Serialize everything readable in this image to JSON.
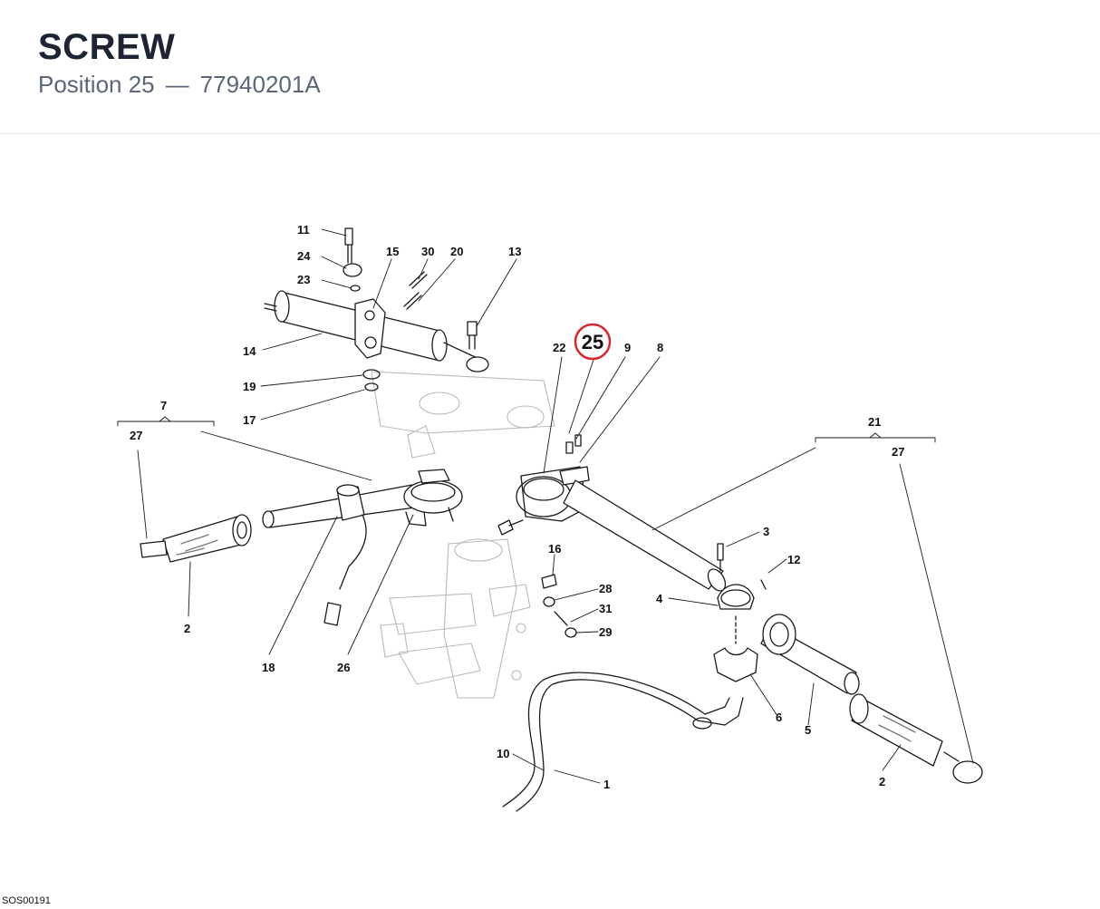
{
  "header": {
    "title": "SCREW",
    "position_label": "Position 25",
    "separator": "—",
    "part_number": "77940201A"
  },
  "diagram": {
    "highlighted_position": "25",
    "highlight_color": "#d9262c",
    "callouts": [
      "11",
      "24",
      "15",
      "30",
      "20",
      "13",
      "23",
      "14",
      "19",
      "17",
      "22",
      "9",
      "8",
      "7",
      "27",
      "21",
      "27",
      "2",
      "18",
      "26",
      "3",
      "12",
      "16",
      "28",
      "4",
      "31",
      "29",
      "6",
      "5",
      "2",
      "10",
      "1"
    ]
  },
  "footer": {
    "drawing_code": "SOS00191"
  }
}
